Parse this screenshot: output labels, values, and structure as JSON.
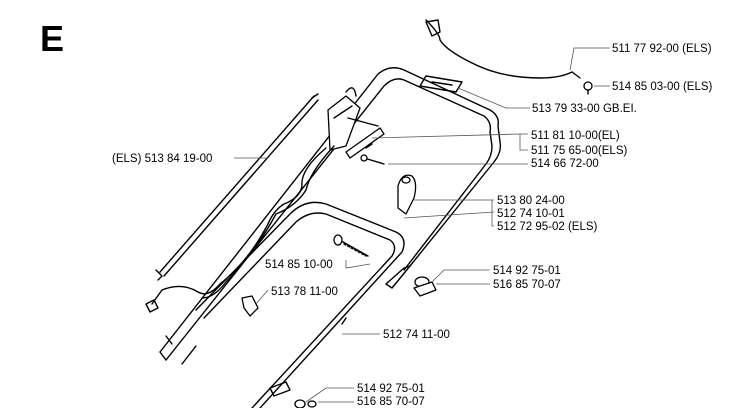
{
  "diagram": {
    "section_letter": "E",
    "labels": [
      {
        "id": "l01",
        "text": "511 77 92-00 (ELS)"
      },
      {
        "id": "l02",
        "text": "514 85 03-00 (ELS)"
      },
      {
        "id": "l03",
        "text": "513 79 33-00 GB.EI."
      },
      {
        "id": "l04",
        "text": "511 81 10-00(EL)"
      },
      {
        "id": "l05",
        "text": "511 75 65-00(ELS)"
      },
      {
        "id": "l06",
        "text": "514 66 72-00"
      },
      {
        "id": "l07",
        "text": "(ELS) 513 84 19-00"
      },
      {
        "id": "l08",
        "text": "513 80 24-00"
      },
      {
        "id": "l09",
        "text": "512 74 10-01"
      },
      {
        "id": "l10",
        "text": "512 72 95-02 (ELS)"
      },
      {
        "id": "l11",
        "text": "514 92 75-01"
      },
      {
        "id": "l12",
        "text": "516 85 70-07"
      },
      {
        "id": "l13",
        "text": "514 85 10-00"
      },
      {
        "id": "l14",
        "text": "513 78 11-00"
      },
      {
        "id": "l15",
        "text": "512 74 11-00"
      },
      {
        "id": "l16",
        "text": "514 92 75-01"
      },
      {
        "id": "l17",
        "text": "516 85 70-07"
      }
    ]
  }
}
